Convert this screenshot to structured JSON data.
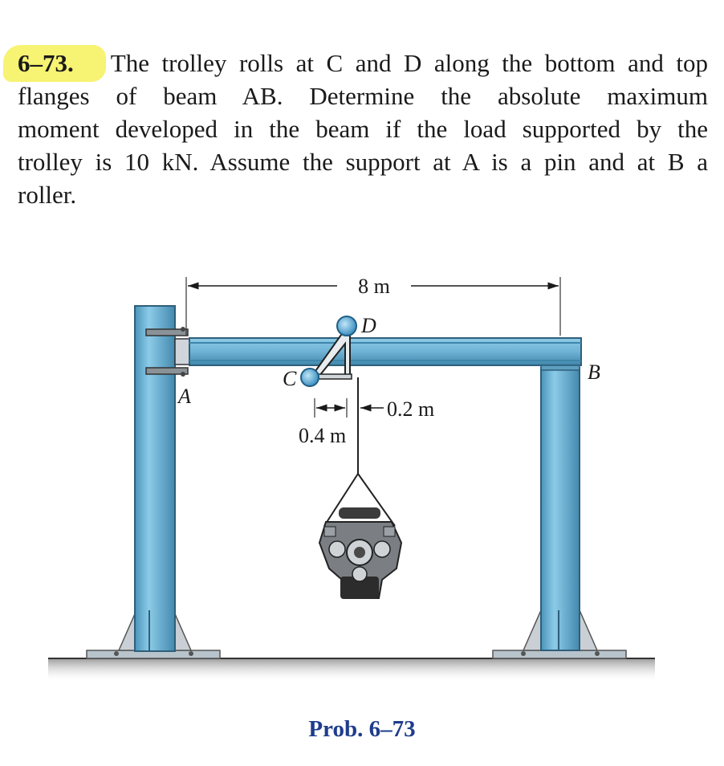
{
  "problem": {
    "number": "6–73.",
    "lines": [
      "The trolley rolls at C and D along the bottom and top",
      "flanges of beam AB. Determine the absolute maximum",
      "moment developed in the beam if the load supported by the",
      "trolley is 10 kN. Assume the support at A is a pin and at B a",
      "roller."
    ]
  },
  "figure": {
    "span_label": "8 m",
    "offset_label_1": "0.2 m",
    "offset_label_2": "0.4 m",
    "point_A": "A",
    "point_B": "B",
    "point_C": "C",
    "point_D": "D",
    "colors": {
      "beam": "#6eb3d6",
      "beam_dark": "#3f86ab",
      "wheel": "#5ab0e0",
      "caption": "#1f3c8c",
      "highlight": "#f6f15a"
    }
  },
  "caption": "Prob. 6–73"
}
